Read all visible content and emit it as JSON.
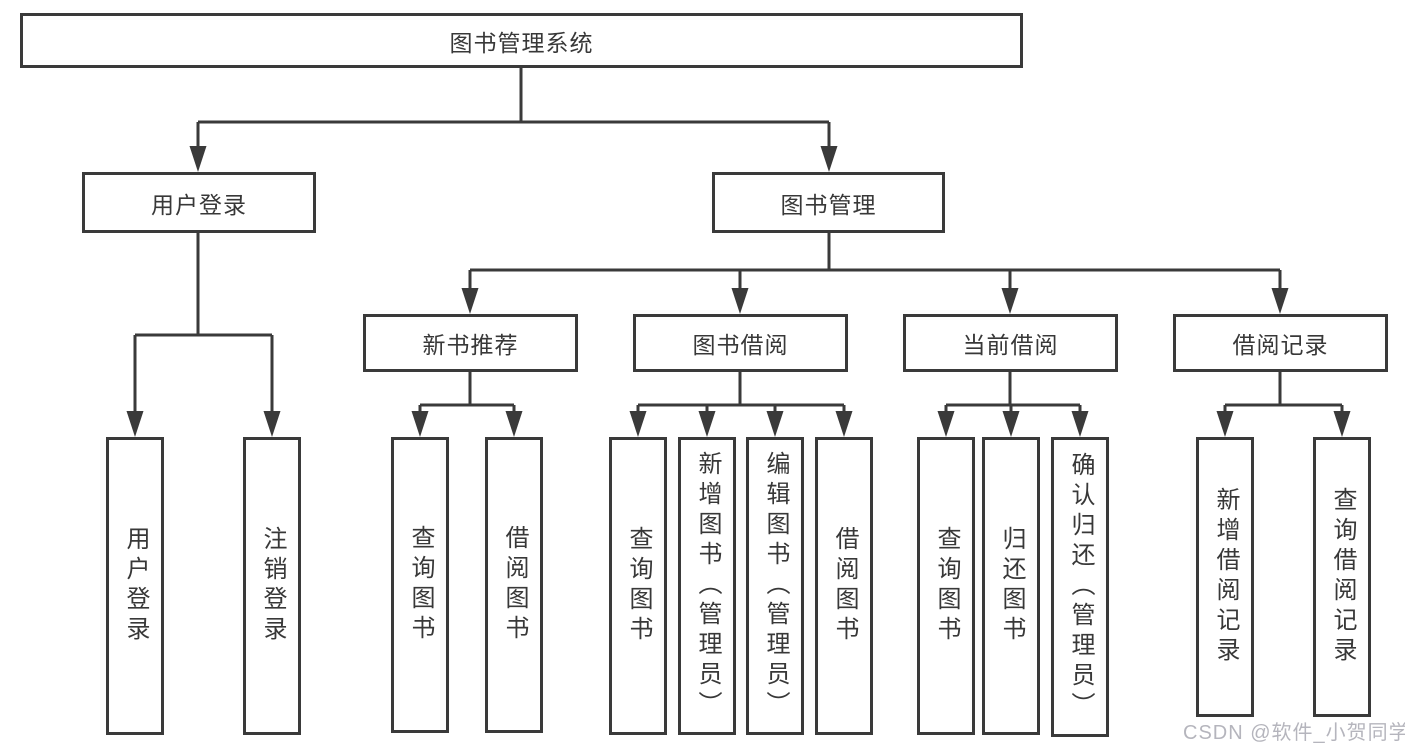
{
  "diagram": {
    "root": "图书管理系统",
    "level2": [
      "用户登录",
      "图书管理"
    ],
    "level3": [
      "新书推荐",
      "图书借阅",
      "当前借阅",
      "借阅记录"
    ],
    "login_children": [
      "用户登录",
      "注销登录"
    ],
    "recommend_children": [
      "查询图书",
      "借阅图书"
    ],
    "borrow_children": [
      "查询图书",
      "新增图书（管理员）",
      "编辑图书（管理员）",
      "借阅图书"
    ],
    "current_children": [
      "查询图书",
      "归还图书",
      "确认归还（管理员）"
    ],
    "record_children": [
      "新增借阅记录",
      "查询借阅记录"
    ],
    "colors": {
      "line": "#3a3a3a",
      "text": "#383838",
      "background": "#ffffff",
      "watermark": "#aeaeb6"
    }
  },
  "watermark": {
    "text": "CSDN @软件_小贺同学"
  }
}
